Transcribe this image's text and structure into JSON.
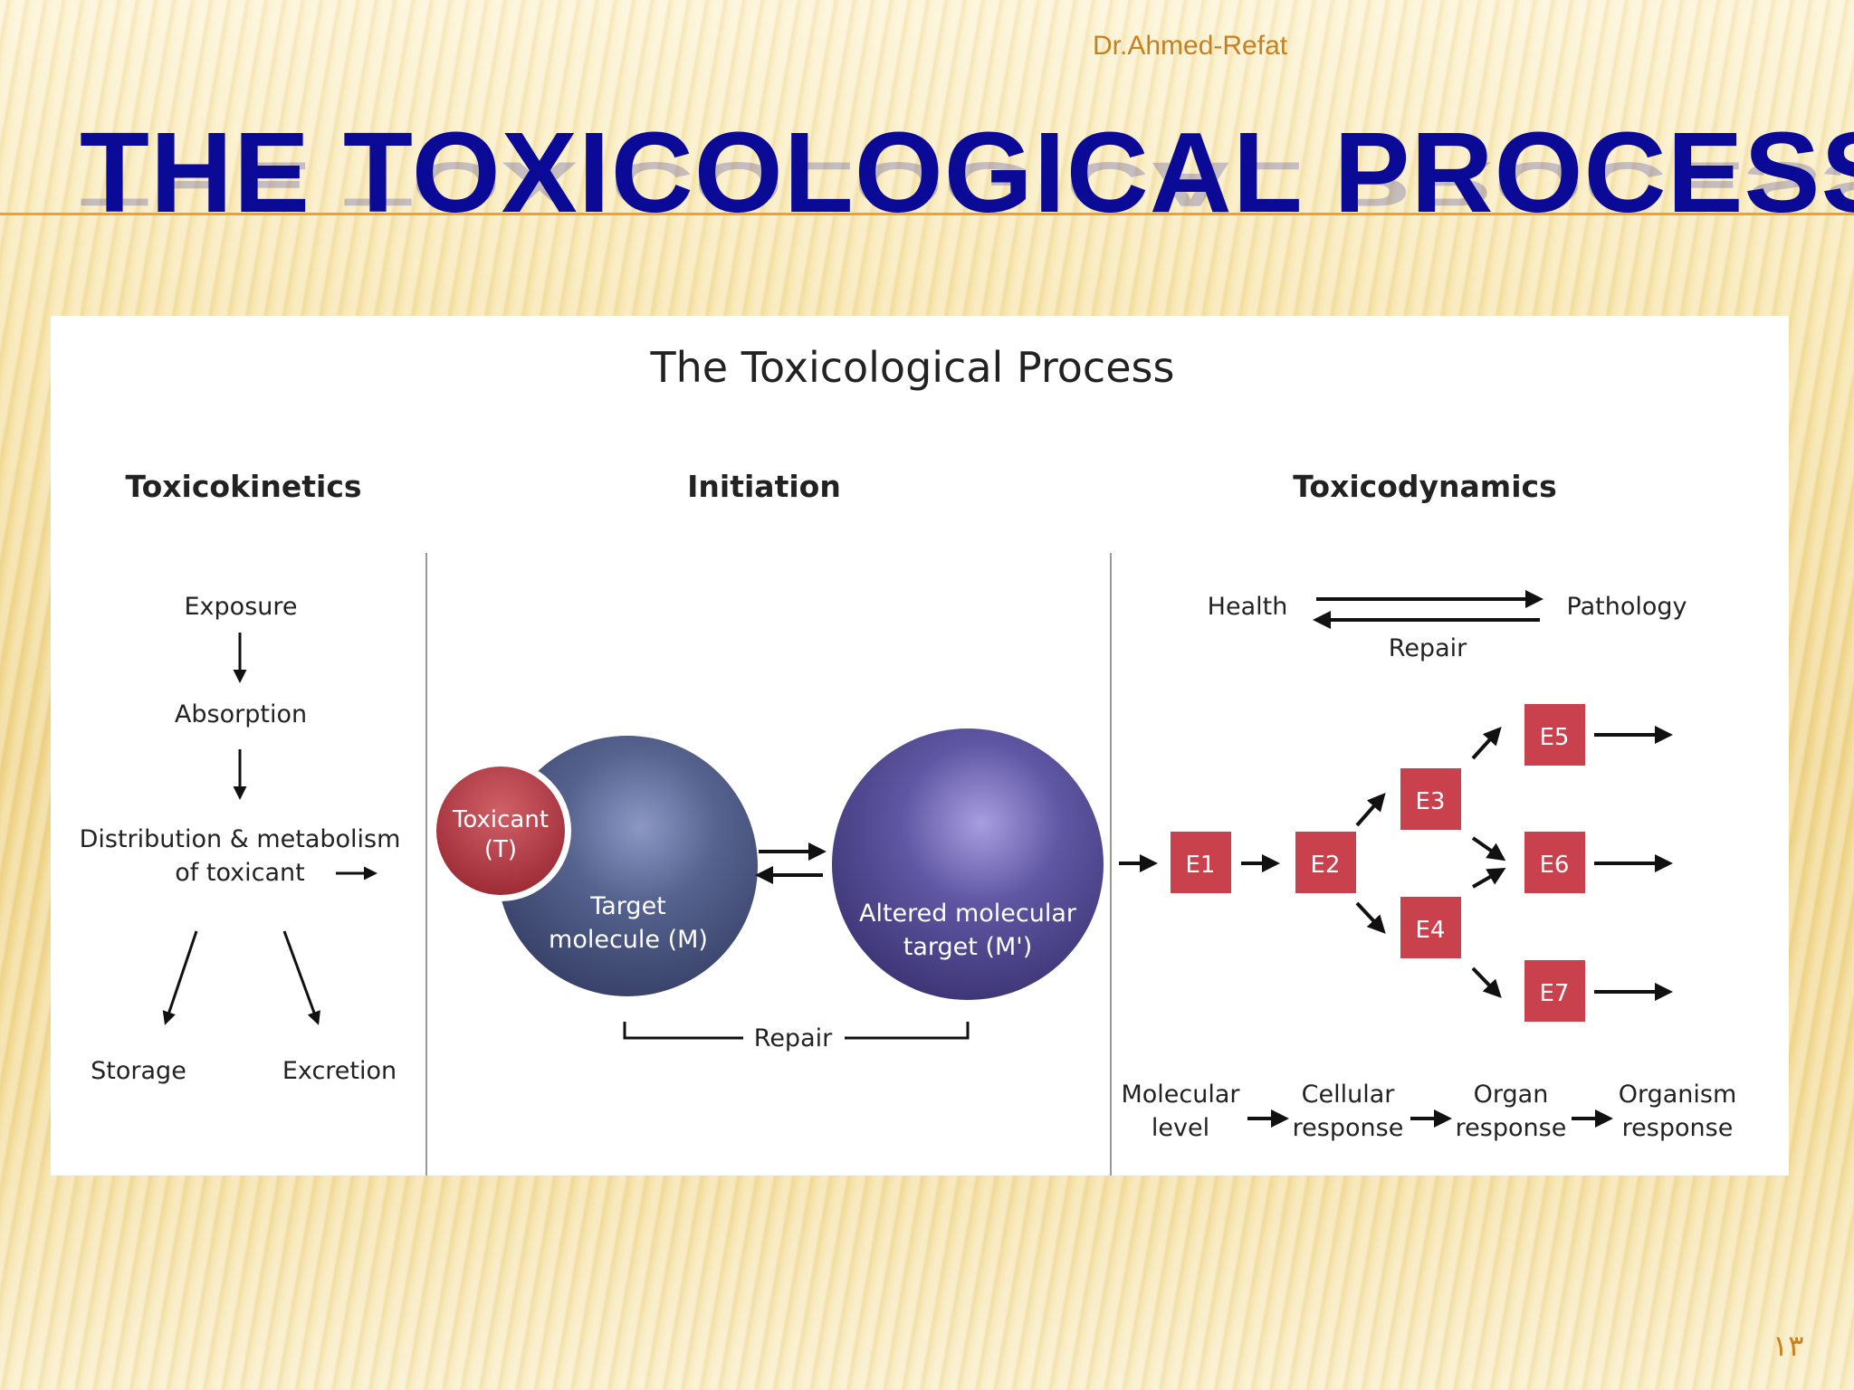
{
  "slide": {
    "author": "Dr.Ahmed-Refat",
    "title": "THE TOXICOLOGICAL PROCESS",
    "page_number": "١٣"
  },
  "diagram": {
    "title": "The Toxicological Process",
    "sections": {
      "toxicokinetics": {
        "heading": "Toxicokinetics",
        "exposure": "Exposure",
        "absorption": "Absorption",
        "distribution_line1": "Distribution & metabolism",
        "distribution_line2": "of toxicant",
        "storage": "Storage",
        "excretion": "Excretion"
      },
      "initiation": {
        "heading": "Initiation",
        "toxicant_line1": "Toxicant",
        "toxicant_line2": "(T)",
        "target_line1": "Target",
        "target_line2": "molecule (M)",
        "altered_line1": "Altered molecular",
        "altered_line2": "target (M')",
        "repair": "Repair"
      },
      "toxicodynamics": {
        "heading": "Toxicodynamics",
        "health": "Health",
        "pathology": "Pathology",
        "repair": "Repair",
        "events": [
          "E1",
          "E2",
          "E3",
          "E4",
          "E5",
          "E6",
          "E7"
        ],
        "levels": [
          {
            "line1": "Molecular",
            "line2": "level"
          },
          {
            "line1": "Cellular",
            "line2": "response"
          },
          {
            "line1": "Organ",
            "line2": "response"
          },
          {
            "line1": "Organism",
            "line2": "response"
          }
        ]
      }
    },
    "colors": {
      "event_box": "#c8414c",
      "toxicant": "#b83a46",
      "target_molecule": "#4f5d8a",
      "altered_target": "#5c54a0"
    }
  }
}
